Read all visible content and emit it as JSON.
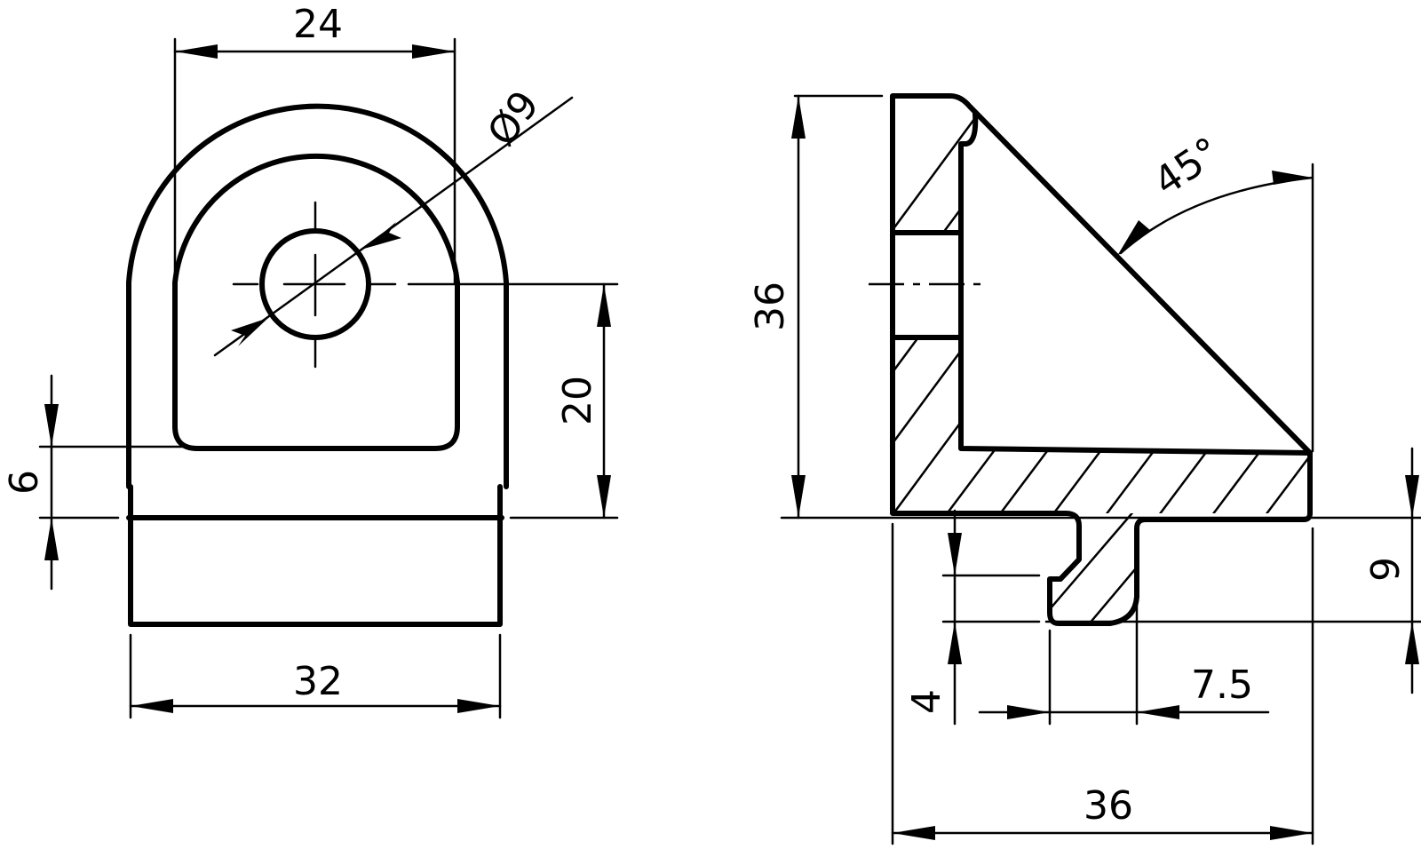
{
  "drawing": {
    "type": "technical-drawing",
    "subject": "angle bracket with tab (front view and side section view)",
    "line_color": "#000000",
    "background": "#ffffff",
    "front_view": {
      "dimensions": {
        "width_top": "24",
        "hole_diameter": "Ø9",
        "hole_height": "20",
        "base_step": "6",
        "width_bottom": "32"
      }
    },
    "side_view": {
      "dimensions": {
        "height": "36",
        "angle": "45°",
        "tab_height": "9",
        "tab_step": "4",
        "tab_width": "7.5",
        "total_width": "36"
      }
    }
  }
}
